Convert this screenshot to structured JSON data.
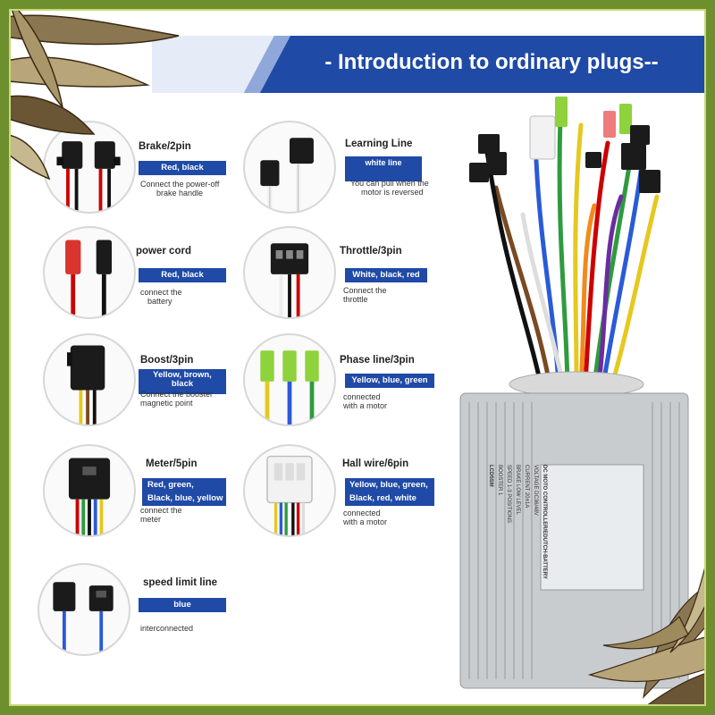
{
  "banner": {
    "title": "- Introduction to ordinary plugs--"
  },
  "plugs": [
    {
      "key": "brake",
      "name": "Brake/2pin",
      "badge": "Red, black",
      "desc": [
        "Connect the power-off",
        "brake handle"
      ]
    },
    {
      "key": "learning",
      "name": "Learning Line",
      "badge": "white line",
      "desc": [
        "You can pull when the",
        "motor is reversed"
      ]
    },
    {
      "key": "power",
      "name": "power cord",
      "badge": "Red, black",
      "desc": [
        "connect the",
        "battery"
      ]
    },
    {
      "key": "throttle",
      "name": "Throttle/3pin",
      "badge": "White, black, red",
      "desc": [
        "Connect the",
        "throttle"
      ]
    },
    {
      "key": "boost",
      "name": "Boost/3pin",
      "badge": "Yellow, brown, black",
      "desc": [
        "Connect the booster",
        "magnetic point"
      ]
    },
    {
      "key": "phase",
      "name": "Phase line/3pin",
      "badge": "Yellow, blue, green",
      "desc": [
        "connected",
        "with a motor"
      ]
    },
    {
      "key": "meter",
      "name": "Meter/5pin",
      "badge": "Red, green,",
      "badge2": "Black, blue, yellow",
      "desc": [
        "connect the",
        "meter"
      ]
    },
    {
      "key": "hall",
      "name": "Hall wire/6pin",
      "badge": "Yellow, blue, green,",
      "badge2": "Black, red, white",
      "desc": [
        "connected",
        "with a motor"
      ]
    },
    {
      "key": "speed",
      "name": "speed limit line",
      "badge": "blue",
      "desc": [
        "interconnected"
      ]
    }
  ],
  "controller": {
    "label_lines": [
      "DC MOTO CONTROLLER/EDUTCH-BATTERY",
      "VOLTAGE DC36/48V",
      "CURRENT 20±1A",
      "BRAKE LOW LEVEL",
      "SPEED 1-3 POSITIONS",
      "BOOSTER 1",
      "LCD5SM"
    ]
  },
  "colors": {
    "banner": "#1f4aa6",
    "badge": "#1f4aa6",
    "frame": "#6e8f2e",
    "controller": "#c8cccf"
  }
}
